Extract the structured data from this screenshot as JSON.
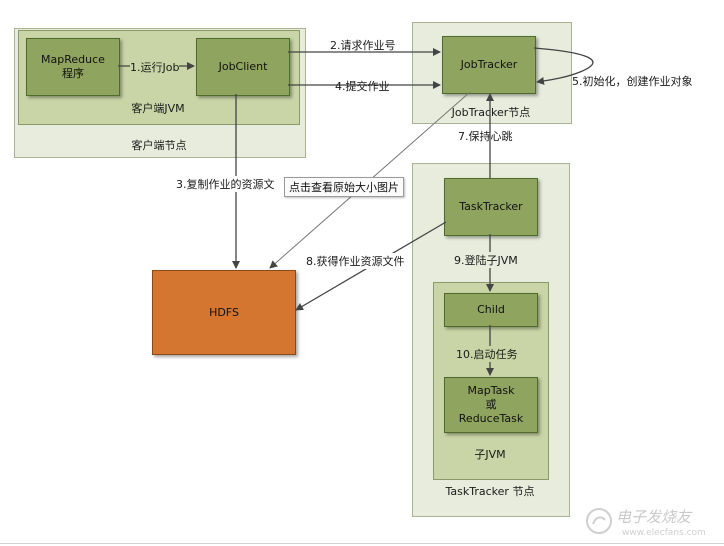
{
  "client_node": {
    "label": "客户端节点",
    "jvm_label": "客户端JVM",
    "program_label_1": "MapReduce",
    "program_label_2": "程序",
    "jobclient_label": "JobClient"
  },
  "jobtracker_node": {
    "label": "JobTracker节点",
    "jobtracker_label": "JobTracker"
  },
  "tasktracker_node": {
    "label": "TaskTracker 节点",
    "tasktracker_label": "TaskTracker",
    "child_jvm_label": "子JVM",
    "child_label": "Child",
    "task_label_1": "MapTask",
    "task_label_2": "或",
    "task_label_3": "ReduceTask"
  },
  "hdfs": {
    "label": "HDFS"
  },
  "steps": {
    "s1": "1.运行Job",
    "s2": "2.请求作业号",
    "s3": "3.复制作业的资源文",
    "s4": "4.提交作业",
    "s5": "5.初始化，创建作业对象",
    "s7": "7.保持心跳",
    "s8": "8.获得作业资源文件",
    "s9": "9.登陆子JVM",
    "s10": "10.启动任务"
  },
  "tooltip": {
    "text": "点击查看原始大小图片"
  },
  "watermark": {
    "main": "电子发烧友",
    "sub": "www.elecfans.com"
  }
}
